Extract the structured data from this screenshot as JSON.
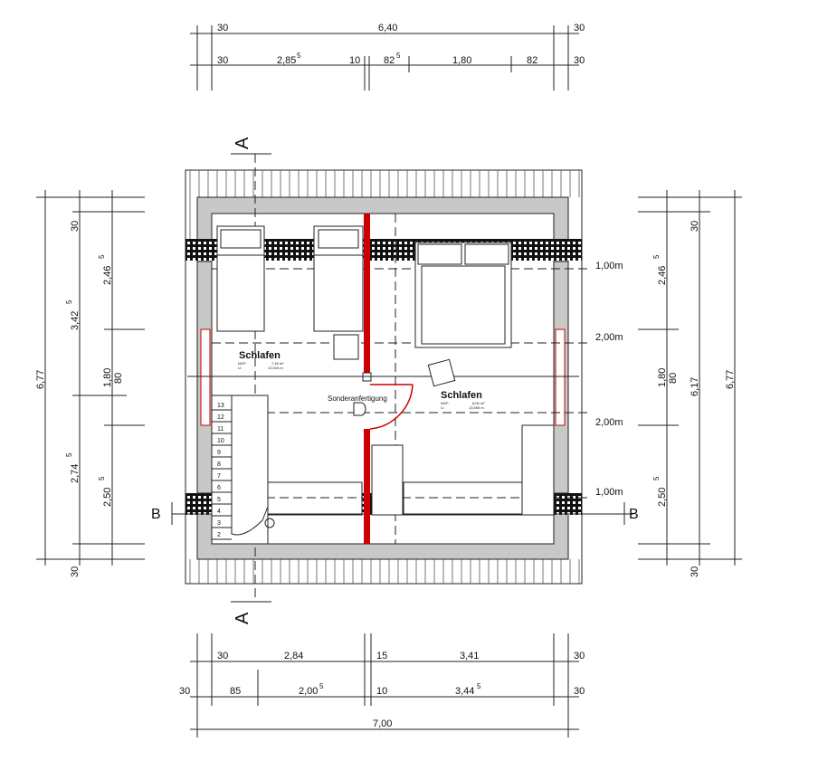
{
  "dims_top": {
    "row1": [
      "30",
      "6,40",
      "30"
    ],
    "row2": [
      "30",
      "2,85",
      "5",
      "10",
      "82",
      "5",
      "1,80",
      "82",
      "30"
    ]
  },
  "dims_bottom": {
    "row1": [
      "30",
      "2,84",
      "15",
      "3,41",
      "30"
    ],
    "row2": [
      "30",
      "85",
      "2,00",
      "5",
      "10",
      "3,44",
      "5",
      "30"
    ],
    "row3": [
      "7,00"
    ]
  },
  "dims_left": {
    "outer": "6,77",
    "inner": [
      "30",
      "2,46",
      "5",
      "3,42",
      "5",
      "1,80",
      "80",
      "2,74",
      "5",
      "2,50",
      "5",
      "30"
    ]
  },
  "dims_right": {
    "outer": "6,77",
    "middle": "6,17",
    "inner": [
      "30",
      "2,46",
      "5",
      "1,80",
      "80",
      "2,50",
      "5",
      "30"
    ]
  },
  "heights": [
    "1,00m",
    "2,00m",
    "2,00m",
    "1,00m"
  ],
  "rooms": [
    {
      "name": "Schlafen",
      "nf": "NGF:",
      "area": "7,16 m²",
      "u_label": "U:",
      "u": "12,015 m"
    },
    {
      "name": "Schlafen",
      "nf": "NGF:",
      "area": "8,00 m²",
      "u_label": "U:",
      "u": "13,595 m"
    }
  ],
  "labels": {
    "sonder": "Sonderanfertigung"
  },
  "stairs": [
    "13",
    "12",
    "11",
    "10",
    "9",
    "8",
    "7",
    "6",
    "5",
    "4",
    "3",
    "2"
  ],
  "sections": {
    "a_top": "A",
    "a_bottom": "A",
    "b_left": "B",
    "b_right": "B"
  },
  "colors": {
    "wall": "#c8c8c8",
    "red": "#cc0000",
    "line": "#222222"
  }
}
